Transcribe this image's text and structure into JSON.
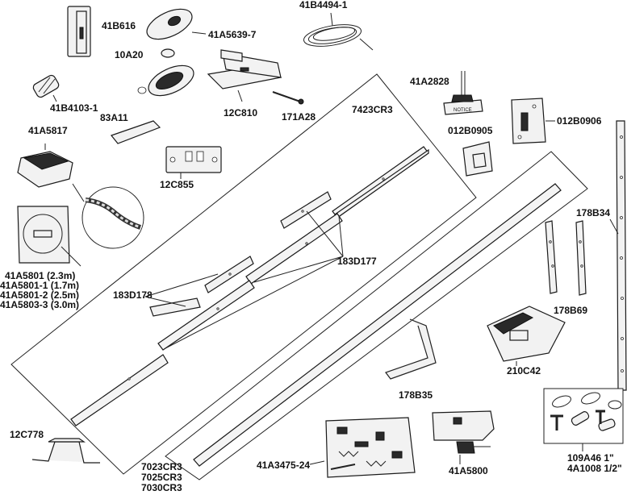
{
  "labels": {
    "p41B616": "41B616",
    "p41A5639": "41A5639-7",
    "p10A20": "10A20",
    "p41B4494": "41B4494-1",
    "p41B4103": "41B4103-1",
    "p12C810": "12C810",
    "p171A28": "171A28",
    "p41A2828": "41A2828",
    "p83A11": "83A11",
    "p7423CR3": "7423CR3",
    "p41A5817": "41A5817",
    "p012B0905": "012B0905",
    "p012B0906": "012B0906",
    "p12C855": "12C855",
    "p178B34": "178B34",
    "p183D177": "183D177",
    "p183D178": "183D178",
    "p178B69": "178B69",
    "p41A5801_1": "41A5801 (2.3m)",
    "p41A5801_2": "41A5801-1 (1.7m)",
    "p41A5801_3": "41A5801-2 (2.5m)",
    "p41A5801_4": "41A5803-3 (3.0m)",
    "p210C42": "210C42",
    "p178B35": "178B35",
    "p12C778": "12C778",
    "p7023CR3": "7023CR3",
    "p7025CR3": "7025CR3",
    "p7030CR3": "7030CR3",
    "p41A3475": "41A3475-24",
    "p41A5800": "41A5800",
    "p109A46": "109A46  1\"",
    "p4A1008": "4A1008  1/2\"",
    "notice": "NOTICE"
  }
}
